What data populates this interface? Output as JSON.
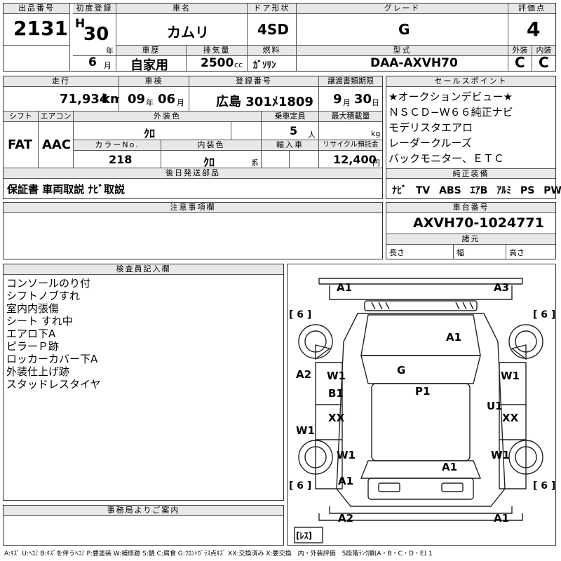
{
  "header": {
    "lot_no_label": "出品番号",
    "lot_no": "2131",
    "first_reg_label": "初度登録",
    "era": "H",
    "year": "30",
    "year_unit": "年",
    "month": "6",
    "month_unit": "月",
    "name_label": "車名",
    "name": "カムリ",
    "door_label": "ドア形状",
    "door": "4SD",
    "grade_label": "グレード",
    "grade": "G",
    "score_label": "評価点",
    "score": "4",
    "history_label": "車歴",
    "history": "自家用",
    "disp_label": "排気量",
    "disp": "2500",
    "disp_unit": "cc",
    "fuel_label": "燃料",
    "fuel": "ｶﾞｿﾘﾝ",
    "model_label": "型式",
    "model": "DAA-AXVH70",
    "ext_label": "外装",
    "ext": "C",
    "int_label": "内装",
    "int": "C"
  },
  "row2": {
    "mileage_label": "走行",
    "mileage": "71,934",
    "mileage_unit": "km",
    "inspection_label": "車検",
    "insp_y": "09",
    "insp_y_unit": "年",
    "insp_m": "06",
    "insp_m_unit": "月",
    "plate_label": "登録番号",
    "plate": "広島 301ﾒ1809",
    "transfer_label": "譲渡書類期限",
    "transfer_m": "9",
    "transfer_m_unit": "月",
    "transfer_d": "30",
    "transfer_d_unit": "日"
  },
  "row3": {
    "shift_label": "シフト",
    "shift": "FAT",
    "ac_label": "エアコン",
    "ac": "AAC",
    "color_label": "外装色",
    "color": "ｸﾛ",
    "capacity_label": "乗車定員",
    "capacity": "5",
    "capacity_unit": "人",
    "load_label": "最大積載量",
    "load_unit": "kg",
    "color_no_label": "カラーNo.",
    "color_no": "218",
    "int_color_label": "内装色",
    "int_color": "ｸﾛ",
    "int_color_unit": "系",
    "import_label": "輸入車",
    "recycle_label": "リサイクル預託金",
    "recycle": "12,400",
    "recycle_unit": "円"
  },
  "later": {
    "label": "後日発送部品",
    "value": "保証書 車両取説 ﾅﾋﾞ取説"
  },
  "caution": {
    "label": "注意事項欄"
  },
  "sales": {
    "label": "セールスポイント",
    "items": [
      "★オークションデビュー★",
      "ＮＳＣＤ−Ｗ６６純正ナビ",
      "モデリスタエアロ",
      "レーダークルーズ",
      "バックモニター、ＥＴＣ"
    ]
  },
  "equip": {
    "label": "純正装備",
    "items": [
      "ﾅﾋﾞ",
      "TV",
      "ABS",
      "ｴｱB",
      "ｱﾙﾐ",
      "PS",
      "PW"
    ]
  },
  "chassis": {
    "label": "車台番号",
    "value": "AXVH70-1024771",
    "spec_label": "諸元",
    "length": "長さ",
    "width": "幅",
    "height": "高さ"
  },
  "inspector": {
    "label": "検査員記入欄",
    "notes": [
      "コンソールのり付",
      "シフトノブすれ",
      "室内内張傷",
      "シート すれ中",
      "エアロ下A",
      "ピラーＰ跡",
      "ロッカーカバー下A",
      "外装仕上げ跡",
      "スタッドレスタイヤ"
    ]
  },
  "office": {
    "label": "事務局よりご案内"
  },
  "diagram": {
    "tire_fl": "[ 6 ]",
    "tire_fr": "[ 6 ]",
    "tire_rl": "[ 6 ]",
    "tire_rr": "[ 6 ]",
    "spare": "[ﾚｽ]",
    "marks": {
      "front_bumper_l": "A1",
      "front_bumper_r": "A3",
      "hood": "A1",
      "left_fender": "A2",
      "left_front_door": "W1",
      "left_sill": "B1",
      "left_rear_door": "XX",
      "left_front_wheel": "W1",
      "left_rear_wheel": "W1",
      "glass": "G",
      "roof": "P1",
      "right_front_door": "W1",
      "right_sill": "U1",
      "right_rear_door": "XX",
      "right_rear_wheel": "W1",
      "trunk": "A1",
      "rear_quarter_l": "A1",
      "rear_bumper_l": "A2",
      "rear_bumper_r": "A1"
    }
  },
  "legend": "A:ｷｽﾞ U:ﾍｺﾐ B:ｷｽﾞを伴うﾍｺﾐ P:要塗装 W:補修跡 S:錆 C:腐食 G:ﾌﾛﾝﾄｶﾞﾗｽ点ｷｽﾞ XX:交換済み X:要交換　内・外装評価　5段階ﾗﾝｸ順(A・B・C・D・E) 1"
}
